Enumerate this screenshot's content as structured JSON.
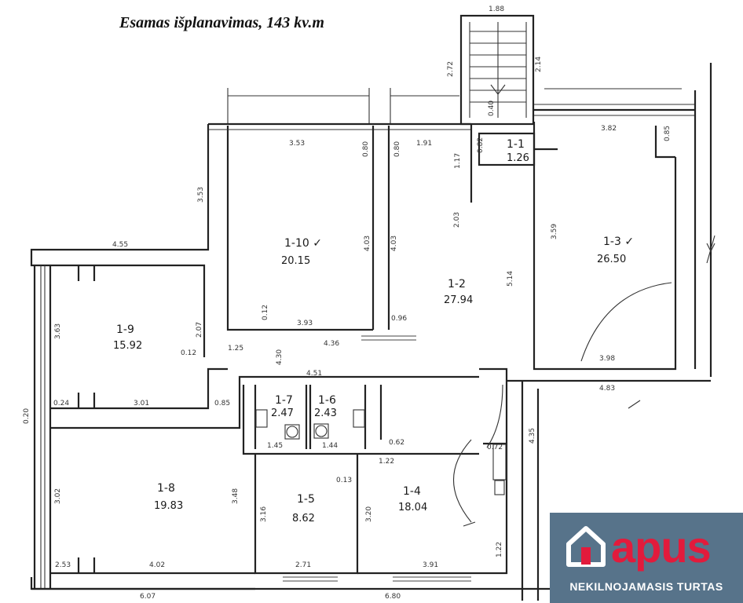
{
  "title": "Esamas išplanavimas, 143 kv.m",
  "rooms": [
    {
      "name": "1-1",
      "area": "1.26"
    },
    {
      "name": "1-2",
      "area": "27.94"
    },
    {
      "name": "1-3 ✓",
      "area": "26.50"
    },
    {
      "name": "1-4",
      "area": "18.04"
    },
    {
      "name": "1-5",
      "area": "8.62"
    },
    {
      "name": "1-6",
      "area": "2.43"
    },
    {
      "name": "1-7",
      "area": "2.47"
    },
    {
      "name": "1-8",
      "area": "19.83"
    },
    {
      "name": "1-9",
      "area": "15.92"
    },
    {
      "name": "1-10 ✓",
      "area": "20.15"
    }
  ],
  "dimensions": [
    "1.88",
    "2.72",
    "2.14",
    "3.53",
    "3.82",
    "0.85",
    "4.55",
    "1.17",
    "0.82",
    "0.40",
    "3.53",
    "0.80",
    "0.80",
    "1.91",
    "2.03",
    "3.59",
    "5.14",
    "4.03",
    "4.03",
    "3.93",
    "0.12",
    "0.96",
    "4.36",
    "1.25",
    "0.12",
    "2.07",
    "3.63",
    "4.30",
    "4.51",
    "3.98",
    "4.83",
    "0.24",
    "3.01",
    "0.85",
    "0.20",
    "1.45",
    "1.44",
    "0.62",
    "1.22",
    "0.72",
    "0.13",
    "3.02",
    "3.48",
    "3.16",
    "3.20",
    "4.35",
    "2.53",
    "4.02",
    "2.71",
    "3.91",
    "1.22",
    "6.07",
    "6.80"
  ],
  "logo": {
    "brand": "apus",
    "tagline": "NEKILNOJAMASIS TURTAS"
  }
}
